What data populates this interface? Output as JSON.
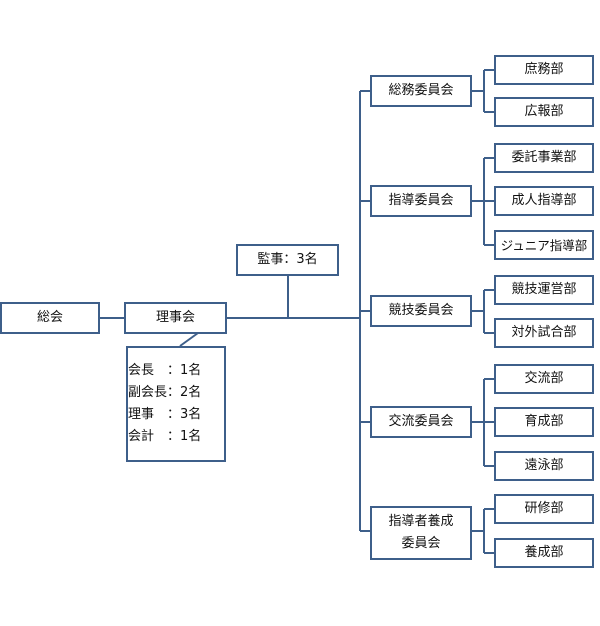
{
  "assembly": "総会",
  "board": "理事会",
  "auditor": "監事：3名",
  "officers": [
    "会長　：1名",
    "副会長：2名",
    "理事　：3名",
    "会計　：1名"
  ],
  "committees": [
    {
      "name": "総務委員会",
      "departments": [
        "庶務部",
        "広報部"
      ]
    },
    {
      "name": "指導委員会",
      "departments": [
        "委託事業部",
        "成人指導部",
        "ジュニア指導部"
      ]
    },
    {
      "name": "競技委員会",
      "departments": [
        "競技運営部",
        "対外試合部"
      ]
    },
    {
      "name": "交流委員会",
      "departments": [
        "交流部",
        "育成部",
        "遠泳部"
      ]
    },
    {
      "name_lines": [
        "指導者養成",
        "委員会"
      ],
      "departments": [
        "研修部",
        "養成部"
      ]
    }
  ]
}
